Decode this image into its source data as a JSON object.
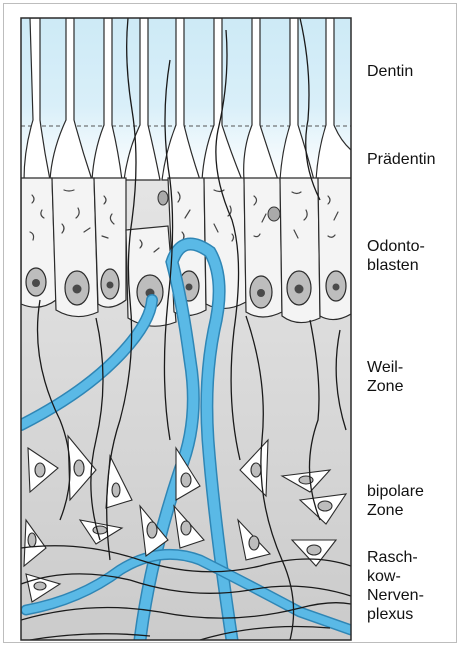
{
  "labels": {
    "dentin": "Dentin",
    "praedentin": "Prädentin",
    "odontoblasten": "Odonto-\nblasten",
    "weil_zone": "Weil-\nZone",
    "bipolare_zone": "bipolare\nZone",
    "raschkow_plexus": "Rasch-\nkow-\nNerven-\nplexus"
  },
  "colors": {
    "dentin_top": "#cdeaf6",
    "dentin_bottom": "#ffffff",
    "weil_zone": "#e4e4e4",
    "bipolar_zone": "#cfcfcf",
    "vessel": "#5ab9e6",
    "vessel_edge": "#2f86b5",
    "outline": "#2b2b2b"
  }
}
